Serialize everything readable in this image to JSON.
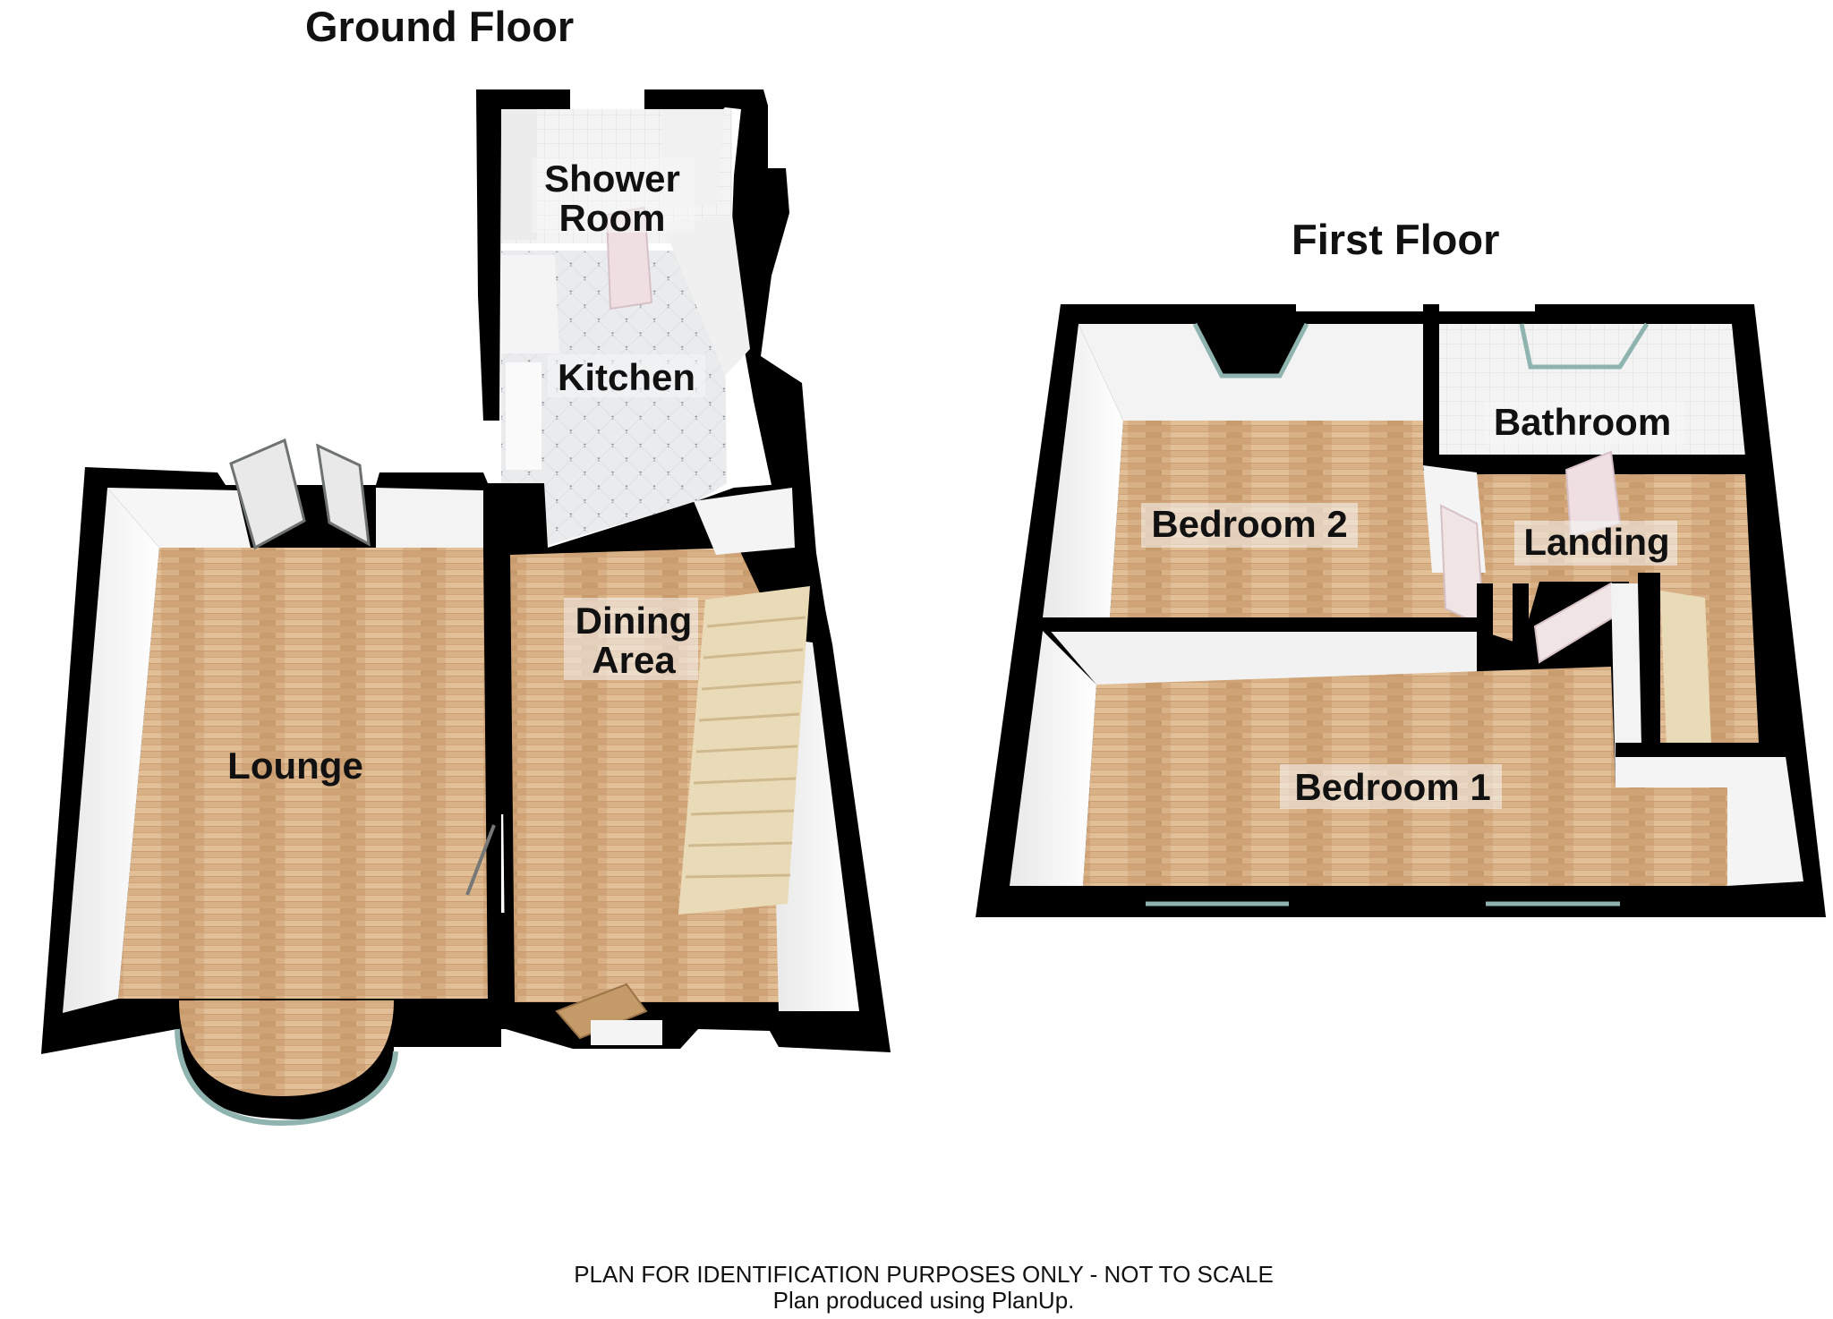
{
  "floors": {
    "ground": {
      "title": "Ground Floor",
      "rooms": {
        "shower_room": [
          "Shower",
          "Room"
        ],
        "kitchen": "Kitchen",
        "dining_area": [
          "Dining",
          "Area"
        ],
        "lounge": "Lounge"
      }
    },
    "first": {
      "title": "First Floor",
      "rooms": {
        "bedroom_2": "Bedroom 2",
        "bathroom": "Bathroom",
        "landing": "Landing",
        "bedroom_1": "Bedroom 1"
      }
    }
  },
  "footer": {
    "line1": "PLAN FOR IDENTIFICATION PURPOSES ONLY  - NOT TO SCALE",
    "line2": "Plan produced using PlanUp."
  },
  "colors": {
    "wall": "#000000",
    "inner_wall": "#f2f2f2",
    "wood_floor": "#d7b084",
    "tile_floor": "#e4e6e8",
    "window": "#8fb4b0"
  }
}
